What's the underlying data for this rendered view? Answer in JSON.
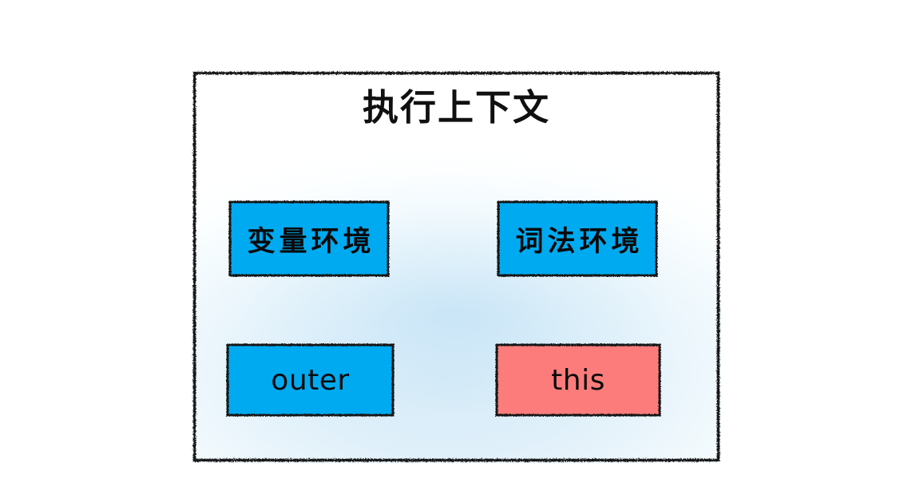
{
  "diagram": {
    "title": "执行上下文",
    "frame": {
      "name": "execution-context-frame",
      "style": "hand-drawn-sketch"
    },
    "colors": {
      "blue": "#02AAF0",
      "red": "#FC7C7C",
      "border": "#111111",
      "page_background": "#FFFFFF",
      "glow": "#D3E9F7"
    },
    "boxes": [
      {
        "id": "variable-environment",
        "label": "变量环境",
        "color": "#02AAF0",
        "row": 1,
        "column": 1
      },
      {
        "id": "lexical-environment",
        "label": "词法环境",
        "color": "#02AAF0",
        "row": 1,
        "column": 2
      },
      {
        "id": "outer",
        "label": "outer",
        "color": "#02AAF0",
        "row": 2,
        "column": 1
      },
      {
        "id": "this",
        "label": "this",
        "color": "#FC7C7C",
        "row": 2,
        "column": 2
      }
    ]
  }
}
